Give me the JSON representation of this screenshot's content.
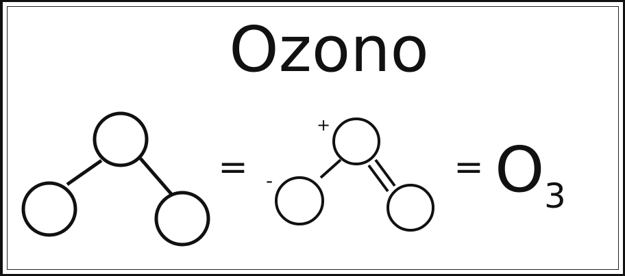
{
  "title": "Ozono",
  "equals_1": "=",
  "equals_2": "=",
  "plus_charge": "+",
  "minus_charge": "-",
  "formula": {
    "element": "O",
    "subscript": "3"
  }
}
